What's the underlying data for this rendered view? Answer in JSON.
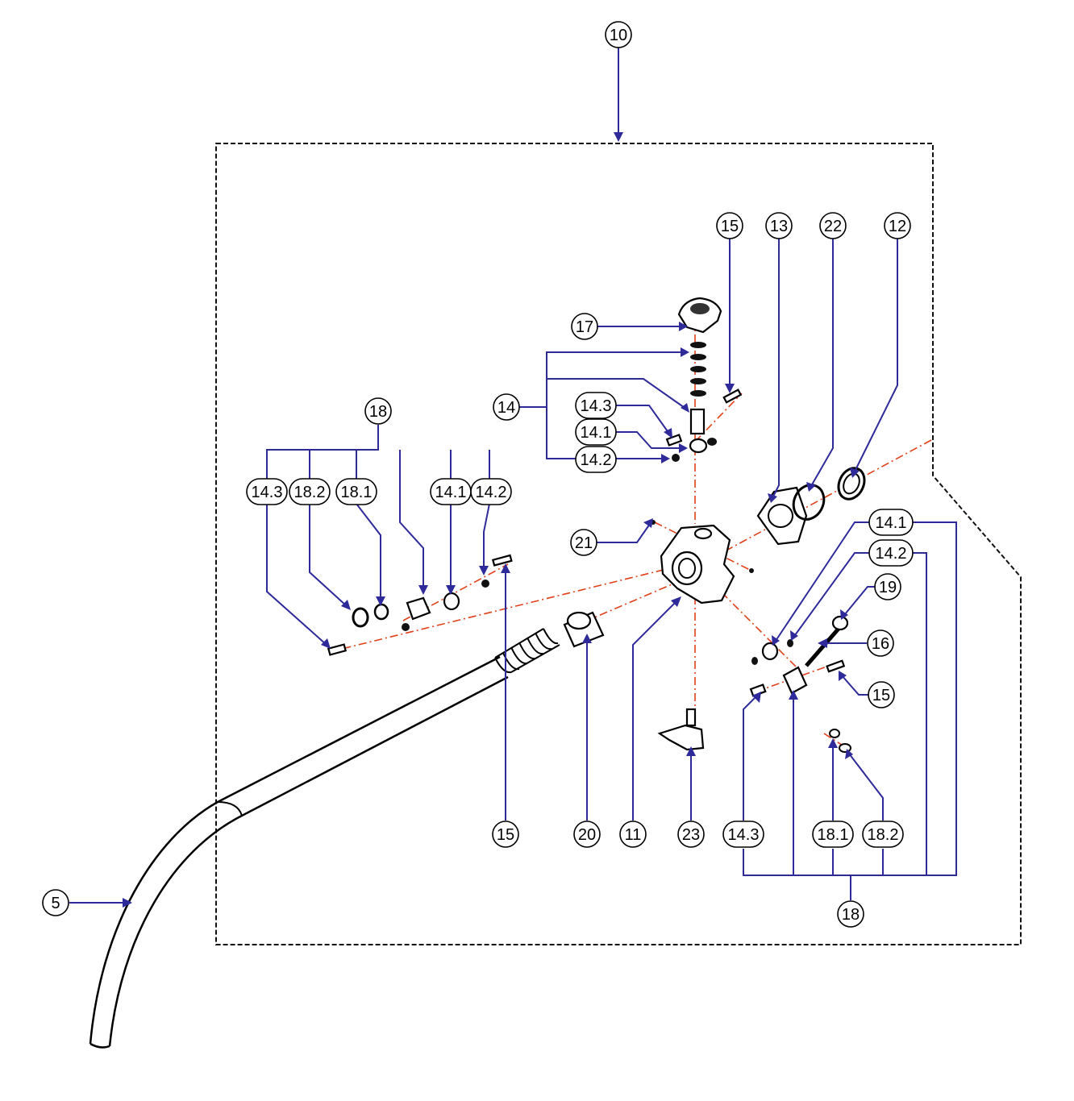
{
  "diagram": {
    "callouts": {
      "c10": "10",
      "c15_top": "15",
      "c13": "13",
      "c22": "22",
      "c12": "12",
      "c17": "17",
      "c14": "14",
      "c14_3_top": "14.3",
      "c14_1_top": "14.1",
      "c14_2_top": "14.2",
      "c18_left": "18",
      "c14_3_left": "14.3",
      "c18_2_left": "18.2",
      "c18_1_left": "18.1",
      "c14_1_left": "14.1",
      "c14_2_left": "14.2",
      "c21": "21",
      "c14_1_right": "14.1",
      "c14_2_right": "14.2",
      "c19": "19",
      "c16": "16",
      "c15_right": "15",
      "c15_bottom": "15",
      "c20": "20",
      "c11": "11",
      "c23": "23",
      "c14_3_bottom": "14.3",
      "c18_1_bottom": "18.1",
      "c18_2_bottom": "18.2",
      "c18_bottom": "18",
      "c5": "5"
    },
    "colors": {
      "leader": "#2e2a9a",
      "axis": "#e0401a",
      "part": "#000000"
    }
  }
}
